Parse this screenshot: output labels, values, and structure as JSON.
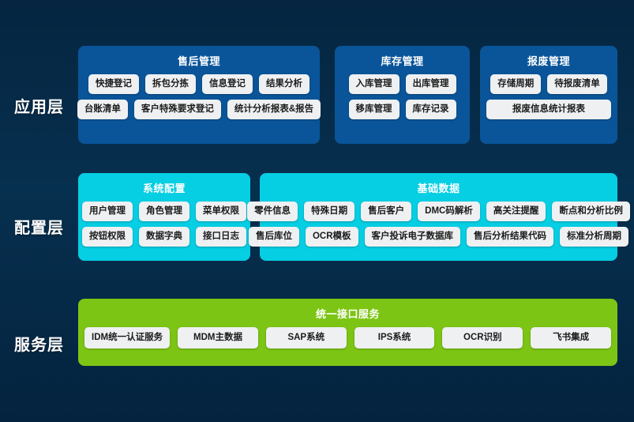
{
  "background": {
    "top_color": "#052540",
    "bottom_color": "#04233e"
  },
  "palette": {
    "application_panel": "#0A5599",
    "configuration_panel": "#06CEE3",
    "service_panel": "#7DC514",
    "chip_background": "#eef0f2",
    "chip_text": "#1b1b1b",
    "label_text": "#ffffff"
  },
  "layers": [
    {
      "id": "application",
      "label": "应用层",
      "panels": [
        {
          "id": "after-sales-management",
          "title": "售后管理",
          "rows": [
            [
              "快捷登记",
              "拆包分拣",
              "信息登记",
              "结果分析"
            ],
            [
              "台账清单",
              "客户特殊要求登记",
              "统计分析报表&报告"
            ]
          ]
        },
        {
          "id": "inventory-management",
          "title": "库存管理",
          "rows": [
            [
              "入库管理",
              "出库管理"
            ],
            [
              "移库管理",
              "库存记录"
            ]
          ]
        },
        {
          "id": "scrap-management",
          "title": "报废管理",
          "rows": [
            [
              "存储周期",
              "待报废清单"
            ],
            [
              "报废信息统计报表"
            ]
          ]
        }
      ]
    },
    {
      "id": "configuration",
      "label": "配置层",
      "panels": [
        {
          "id": "system-configuration",
          "title": "系统配置",
          "rows": [
            [
              "用户管理",
              "角色管理",
              "菜单权限"
            ],
            [
              "按钮权限",
              "数据字典",
              "接口日志"
            ]
          ]
        },
        {
          "id": "basic-data",
          "title": "基础数据",
          "rows": [
            [
              "零件信息",
              "特殊日期",
              "售后客户",
              "DMC码解析",
              "高关注提醒",
              "断点和分析比例"
            ],
            [
              "售后库位",
              "OCR模板",
              "客户投诉电子数据库",
              "售后分析结果代码",
              "标准分析周期"
            ]
          ]
        }
      ]
    },
    {
      "id": "service",
      "label": "服务层",
      "panels": [
        {
          "id": "unified-interface-service",
          "title": "统一接口服务",
          "rows": [
            [
              "IDM统一认证服务",
              "MDM主数据",
              "SAP系统",
              "IPS系统",
              "OCR识别",
              "飞书集成"
            ]
          ]
        }
      ]
    }
  ]
}
